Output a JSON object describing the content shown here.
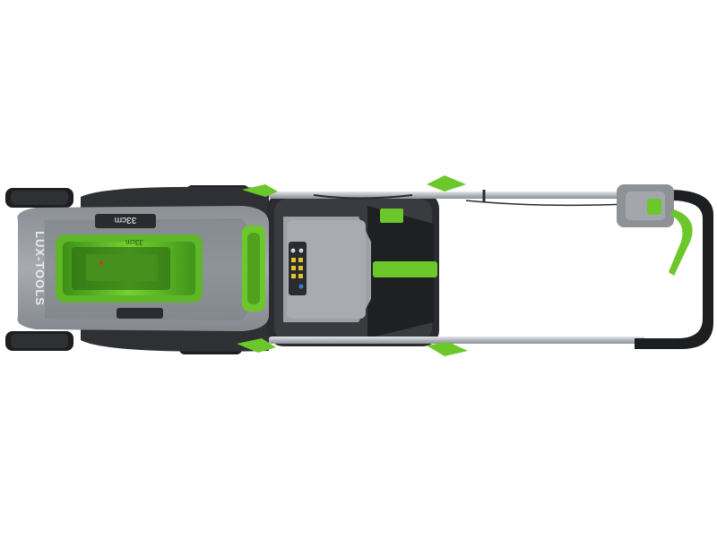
{
  "product": {
    "brand": "LUX-TOOLS",
    "deck_label": "33cm",
    "tray_label": "33cm"
  },
  "colors": {
    "accent_green": "#6cc72a",
    "deck_gray": "#9a9ea3",
    "dark_gray": "#2c2d30",
    "handle_silver": "#c9ccd0",
    "background": "#ffffff"
  }
}
